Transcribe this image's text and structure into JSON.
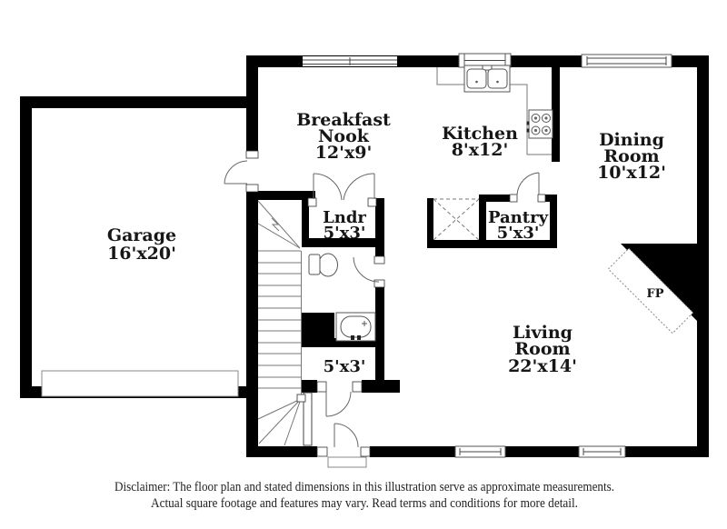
{
  "document": {
    "type": "floor-plan-illustration",
    "background": "#ffffff"
  },
  "colors": {
    "walls": "#000000",
    "labels": "#161616",
    "fixture_lines": "#555555"
  },
  "rooms": {
    "garage": {
      "name": "Garage",
      "dims": "16'x20'"
    },
    "breakfast_nook": {
      "line1": "Breakfast",
      "line2": "Nook",
      "dims": "12'x9'"
    },
    "kitchen": {
      "name": "Kitchen",
      "dims": "8'x12'"
    },
    "dining_room": {
      "line1": "Dining",
      "line2": "Room",
      "dims": "10'x12'"
    },
    "laundry": {
      "name": "Lndr",
      "dims": "5'x3'"
    },
    "pantry": {
      "name": "Pantry",
      "dims": "5'x3'"
    },
    "living_room": {
      "line1": "Living",
      "line2": "Room",
      "dims": "22'x14'"
    },
    "hall_bath": {
      "dims": "5'x3'"
    }
  },
  "fireplace": {
    "label": "FP"
  },
  "fixtures": [
    "double-basin-sink",
    "four-burner-stove",
    "toilet",
    "bathtub",
    "staircase",
    "garage-door",
    "entry-door",
    "fireplace"
  ],
  "disclaimer": {
    "line1": "Disclaimer: The floor plan and stated dimensions in this illustration serve as approximate measurements.",
    "line2": "Actual square footage and features may vary. Read terms and conditions for more detail."
  }
}
